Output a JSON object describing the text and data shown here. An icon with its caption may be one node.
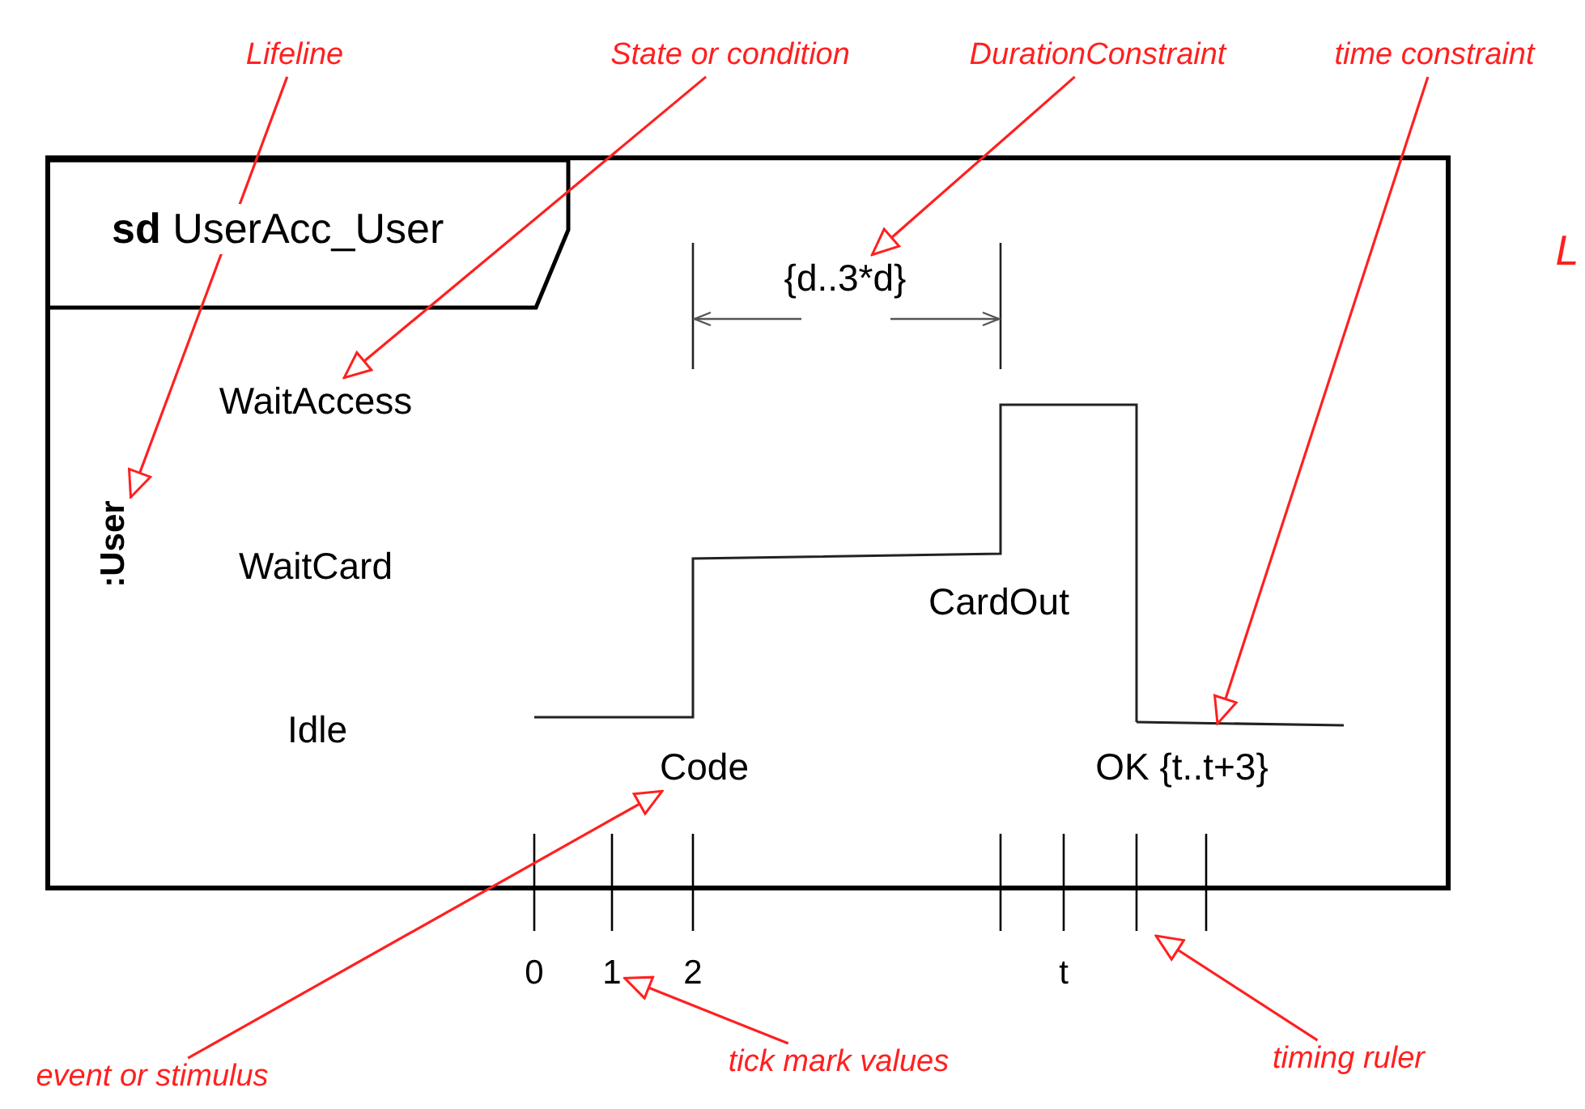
{
  "diagram": {
    "nodes": [
      {
        "text": [
          "**sd** UserAcc_User"
        ]
      },
      {
        "text": [
          ":User"
        ],
        "in": 0
      },
      {
        "text": [
          "WaitAccess"
        ],
        "in": 0
      },
      {
        "text": [
          "WaitCard"
        ],
        "in": 0
      },
      {
        "text": [
          "Idle"
        ],
        "in": 0
      },
      {
        "text": [
          "{d..3*d}"
        ],
        "in": 0
      },
      {
        "text": [
          "CardOut"
        ],
        "in": 0
      },
      {
        "text": [
          "Code"
        ],
        "in": 0
      },
      {
        "text": [
          "OK {t..t+3}"
        ],
        "in": 0
      },
      {
        "text": [],
        "shape": "line",
        "in": 0
      },
      {
        "text": [
          "1"
        ]
      },
      {
        "text": [],
        "shape": "ruler"
      },
      {
        "text": [
          "Lifeline"
        ]
      },
      {
        "text": [
          "State or condition"
        ]
      },
      {
        "text": [
          "DurationConstraint"
        ]
      },
      {
        "text": [
          "time constraint"
        ]
      },
      {
        "text": [
          "event or stimulus"
        ]
      },
      {
        "text": [
          "tick mark values"
        ]
      },
      {
        "text": [
          "timing ruler"
        ]
      }
    ],
    "edges": [
      {
        "from": 12,
        "to": 1,
        "arrow": "to"
      },
      {
        "from": 13,
        "to": 2,
        "arrow": "to"
      },
      {
        "from": 14,
        "to": 5,
        "arrow": "to"
      },
      {
        "from": 15,
        "to": 9,
        "arrow": "to"
      },
      {
        "from": 16,
        "to": 7,
        "arrow": "to"
      },
      {
        "from": 17,
        "to": 10,
        "arrow": "to"
      },
      {
        "from": 18,
        "to": 11,
        "arrow": "to"
      }
    ],
    "labels": [
      "L",
      "0",
      "2",
      "t"
    ]
  }
}
